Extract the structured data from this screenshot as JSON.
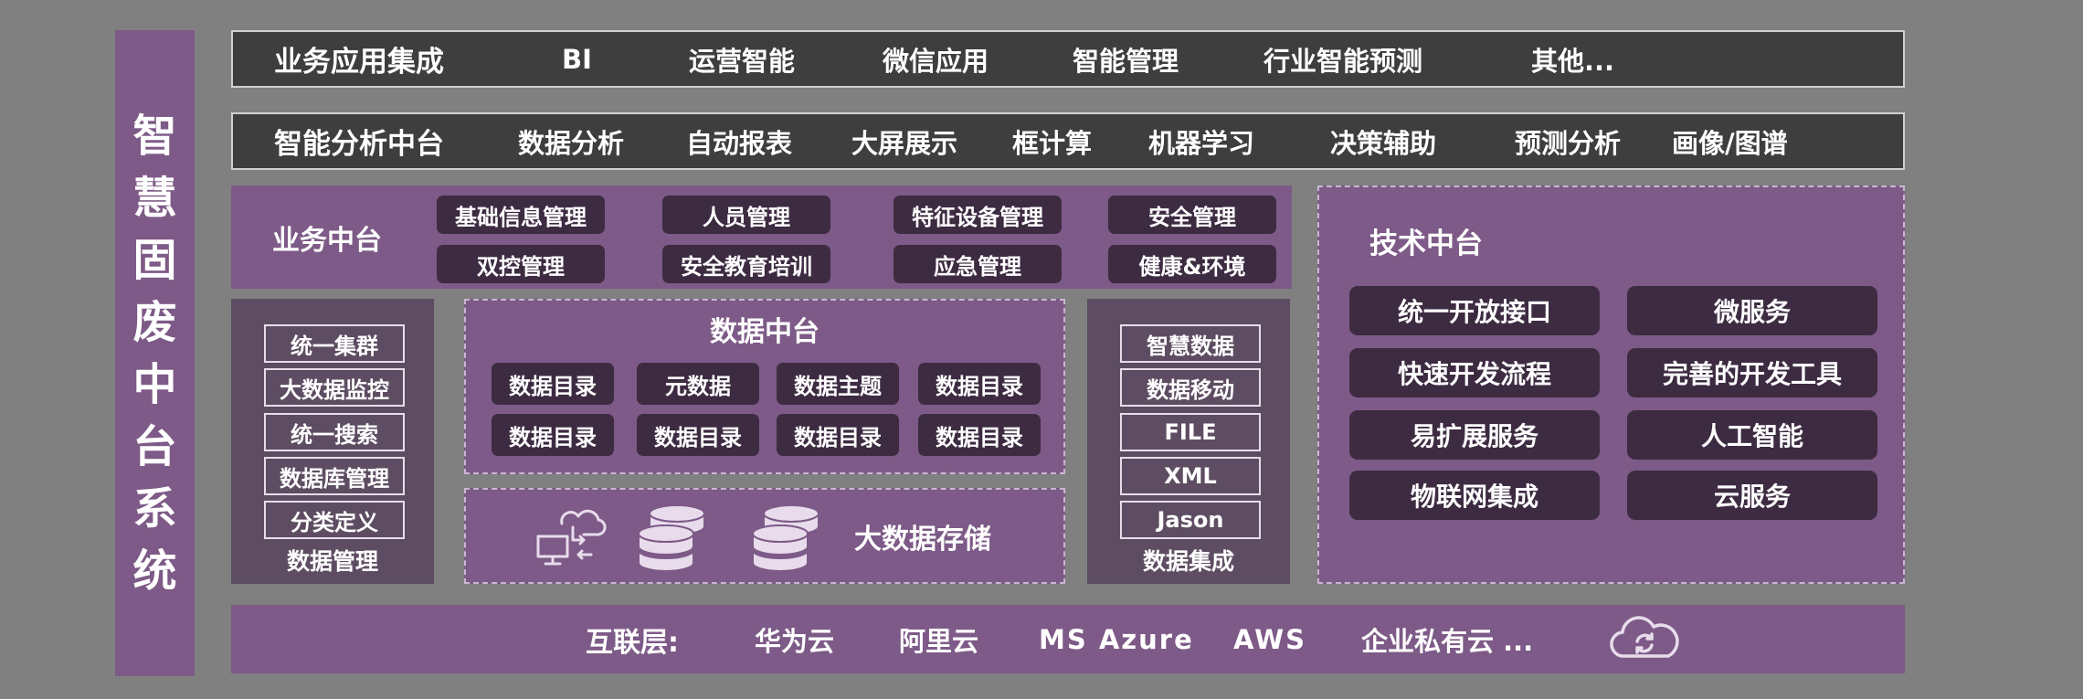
{
  "vertical_title": [
    "智",
    "慧",
    "固",
    "废",
    "中",
    "台",
    "系",
    "统"
  ],
  "app_row": {
    "title": "业务应用集成",
    "items": [
      "BI",
      "运营智能",
      "微信应用",
      "智能管理",
      "行业智能预测",
      "其他..."
    ]
  },
  "analysis_row": {
    "title": "智能分析中台",
    "items": [
      "数据分析",
      "自动报表",
      "大屏展示",
      "框计算",
      "机器学习",
      "决策辅助",
      "预测分析",
      "画像/图谱"
    ]
  },
  "business": {
    "title": "业务中台",
    "items": [
      "基础信息管理",
      "人员管理",
      "特征设备管理",
      "安全管理",
      "双控管理",
      "安全教育培训",
      "应急管理",
      "健康&环境"
    ]
  },
  "data_mgmt": {
    "items": [
      "统一集群",
      "大数据监控",
      "统一搜索",
      "数据库管理",
      "分类定义"
    ],
    "title": "数据管理"
  },
  "data_center": {
    "title": "数据中台",
    "items": [
      "数据目录",
      "元数据",
      "数据主题",
      "数据目录",
      "数据目录",
      "数据目录",
      "数据目录",
      "数据目录"
    ]
  },
  "storage": {
    "title": "大数据存储"
  },
  "data_integration": {
    "items": [
      "智慧数据",
      "数据移动",
      "FILE",
      "XML",
      "Jason"
    ],
    "title": "数据集成"
  },
  "tech": {
    "title": "技术中台",
    "items": [
      "统一开放接口",
      "微服务",
      "快速开发流程",
      "完善的开发工具",
      "易扩展服务",
      "人工智能",
      "物联网集成",
      "云服务"
    ]
  },
  "internet": {
    "title": "互联层:",
    "items": [
      "华为云",
      "阿里云",
      "MS Azure",
      "AWS",
      "企业私有云 ..."
    ]
  },
  "icons": [
    "computer-sync-icon",
    "database-icon",
    "database-icon",
    "cloud-sync-icon"
  ],
  "colors": {
    "background": "#808080",
    "purple": "#7d5a87",
    "dark": "#3e3e3e",
    "pill": "#3d2b42",
    "grey_purple": "#5e4d62"
  }
}
